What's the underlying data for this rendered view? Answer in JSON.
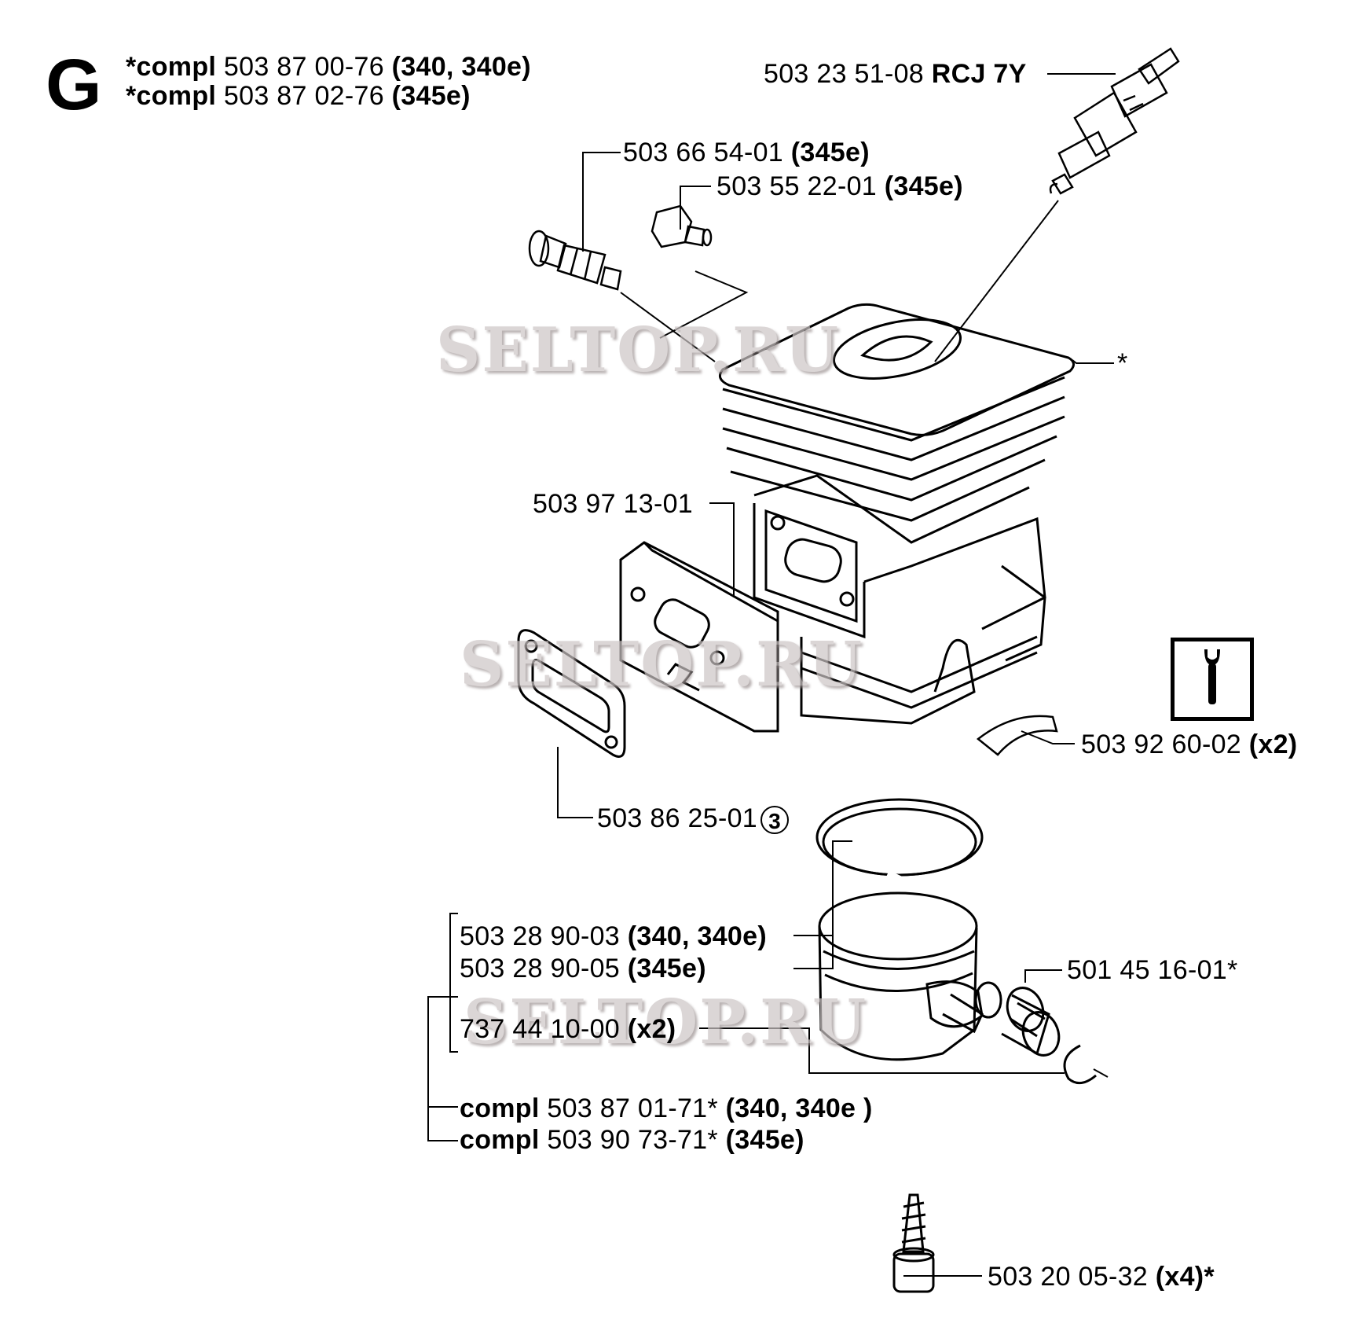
{
  "section_letter": "G",
  "header_lines": [
    {
      "prefix": "*compl",
      "number": "503 87 00-76",
      "models": "(340, 340e)"
    },
    {
      "prefix": "*compl",
      "number": "503 87 02-76",
      "models": "(345e)"
    }
  ],
  "parts": {
    "spark_plug": {
      "number": "503 23 51-08",
      "bold": "RCJ 7Y"
    },
    "decomp_valve": {
      "number": "503 66 54-01",
      "bold": "(345e)"
    },
    "plug": {
      "number": "503 55 22-01",
      "bold": "(345e)"
    },
    "cylinder": {
      "number": "*"
    },
    "gasket_plate": {
      "number": "503 97 13-01"
    },
    "muffler_gasket": {
      "number": "503 86 25-01",
      "badge": "3"
    },
    "baffle": {
      "number": "503 92 60-02",
      "bold": "(x2)"
    },
    "piston_340": {
      "number": "503 28 90-03",
      "bold": "(340, 340e)"
    },
    "piston_345": {
      "number": "503 28 90-05",
      "bold": "(345e)"
    },
    "bearing": {
      "number": "501 45 16-01*"
    },
    "circlip": {
      "number": "737 44 10-00",
      "bold": "(x2)"
    },
    "kit_340": {
      "prefix": "compl",
      "number": "503 87 01-71*",
      "bold": "(340, 340e )"
    },
    "kit_345": {
      "prefix": "compl",
      "number": "503 90 73-71*",
      "bold": "(345e)"
    },
    "screw": {
      "number": "503 20 05-32",
      "bold": "(x4)*"
    }
  },
  "watermark": "SELTOP.RU",
  "icons": [
    "wrench-info-icon"
  ]
}
